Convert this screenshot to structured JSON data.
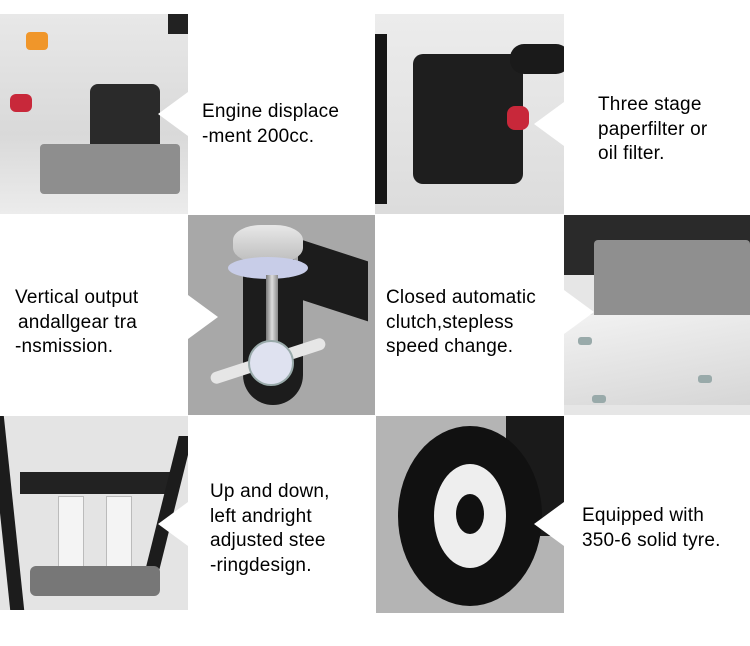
{
  "features": [
    {
      "id": "engine",
      "lines": [
        "Engine displace",
        "-ment 200cc."
      ]
    },
    {
      "id": "filter",
      "lines": [
        "Three stage",
        "paperfilter or",
        "oil filter."
      ]
    },
    {
      "id": "transmission",
      "lines": [
        "Vertical output",
        "andallgear tra",
        "-nsmission."
      ]
    },
    {
      "id": "clutch",
      "lines": [
        "Closed automatic",
        "clutch,stepless",
        "speed change."
      ]
    },
    {
      "id": "steering",
      "lines": [
        "Up and down,",
        "left andright",
        "adjusted stee",
        "-ringdesign."
      ]
    },
    {
      "id": "tyre",
      "lines": [
        "Equipped with",
        "350-6 solid tyre."
      ]
    }
  ],
  "colors": {
    "background": "#ffffff",
    "text": "#000000",
    "gearbox_bg": "#a8a8a8",
    "tyre_bg": "#b4b4b4"
  }
}
